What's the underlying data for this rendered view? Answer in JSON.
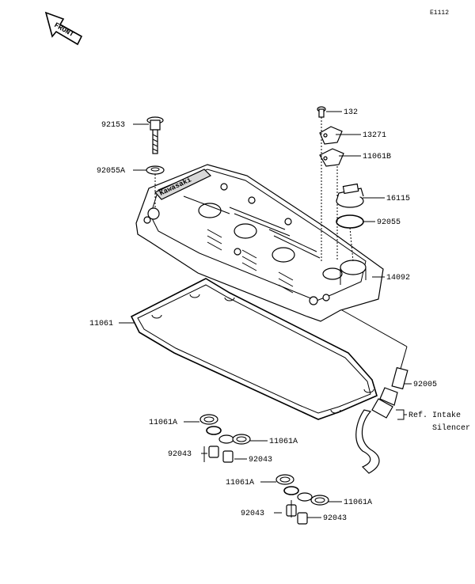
{
  "page_code": "E1112",
  "front_arrow_label": "FRONT",
  "brand_embossing": "Kawasaki",
  "part_labels": {
    "p132": "132",
    "p92153": "92153",
    "p13271": "13271",
    "p11061B": "11061B",
    "p92055A": "92055A",
    "p16115": "16115",
    "p92055": "92055",
    "p14092": "14092",
    "p11061": "11061",
    "p92005": "92005",
    "ref_line1": "Ref. Intake",
    "ref_line2": "Silencer",
    "p11061A_1": "11061A",
    "p11061A_2": "11061A",
    "p92043_1": "92043",
    "p92043_2": "92043",
    "p11061A_3": "11061A",
    "p11061A_4": "11061A",
    "p92043_3": "92043",
    "p92043_4": "92043"
  }
}
